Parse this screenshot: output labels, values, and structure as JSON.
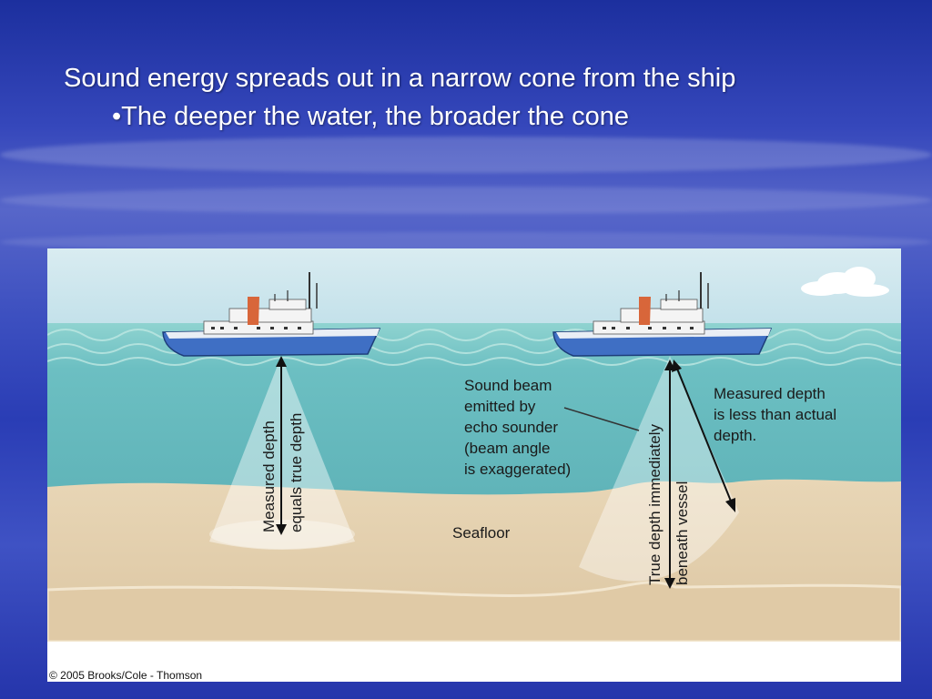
{
  "slide": {
    "title": "Sound energy spreads out in a narrow cone from the ship",
    "bullet": "•The deeper the water, the broader the cone"
  },
  "figure": {
    "label_left_measured": "Measured depth",
    "label_left_equals": "equals true depth",
    "label_beam_1": "Sound beam",
    "label_beam_2": "emitted by",
    "label_beam_3": "echo sounder",
    "label_beam_4": "(beam angle",
    "label_beam_5": "is exaggerated)",
    "label_measured_1": "Measured depth",
    "label_measured_2": "is less than actual",
    "label_measured_3": "depth.",
    "label_true_1": "True depth immediately",
    "label_true_2": "beneath vessel",
    "label_seafloor": "Seafloor",
    "credit": "© 2005 Brooks/Cole - Thomson"
  },
  "colors": {
    "sky": "#cfe6ef",
    "water": "#6fbfc2",
    "sediment": "#e3cfae",
    "hull": "#3f6fc4"
  }
}
